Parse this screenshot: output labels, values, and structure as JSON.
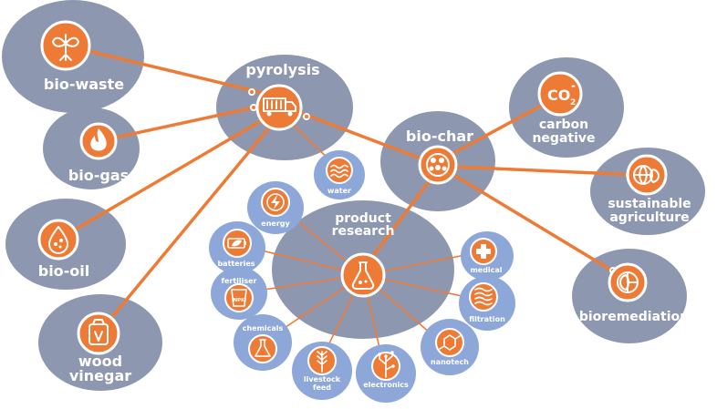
{
  "nodes": {
    "pyrolysis": {
      "label": "pyrolysis",
      "icon": "truck-icon"
    },
    "bio_waste": {
      "label": "bio-waste",
      "icon": "plant-roots-icon"
    },
    "bio_gas": {
      "label": "bio-gas",
      "icon": "flame-icon"
    },
    "bio_oil": {
      "label": "bio-oil",
      "icon": "oil-drop-icon"
    },
    "wood_vinegar": {
      "label_line1": "wood",
      "label_line2": "vinegar",
      "icon": "jerrycan-icon"
    },
    "bio_char": {
      "label": "bio-char",
      "icon": "char-pellets-icon"
    },
    "carbon_negative": {
      "icon_text": "CO",
      "icon_sub": "2",
      "icon_sup": "-",
      "label_line1": "carbon",
      "label_line2": "negative"
    },
    "sustainable_agriculture": {
      "label_line1": "sustainable",
      "label_line2": "agriculture",
      "icon": "globe-leaf-icon"
    },
    "bioremediation": {
      "label": "bioremediation",
      "icon": "globe-half-leaf-icon"
    },
    "product_research": {
      "label_line1": "product",
      "label_line2": "research",
      "icon": "flask-icon"
    },
    "water": {
      "label": "water",
      "icon": "waves-icon"
    },
    "energy": {
      "label": "energy",
      "icon": "lightning-icon"
    },
    "batteries": {
      "label": "batteries",
      "icon": "battery-leaf-icon"
    },
    "fertiliser": {
      "label": "fertiliser",
      "icon": "fertiliser-bag-icon",
      "bag_text": "NPK"
    },
    "chemicals": {
      "label": "chemicals",
      "icon": "beaker-icon"
    },
    "livestock_feed": {
      "label_line1": "livestock",
      "label_line2": "feed",
      "icon": "wheat-icon"
    },
    "electronics": {
      "label": "electronics",
      "icon": "circuit-tree-icon"
    },
    "nanotech": {
      "label": "nanotech",
      "icon": "molecule-icon"
    },
    "filtration": {
      "label": "filtration",
      "icon": "filter-icon"
    },
    "medical": {
      "label": "medical",
      "icon": "medical-cross-icon"
    }
  },
  "colors": {
    "accent": "#ee7b35",
    "blob": "#8e97b0",
    "ring": "#8da8d8",
    "text": "#ffffff"
  }
}
